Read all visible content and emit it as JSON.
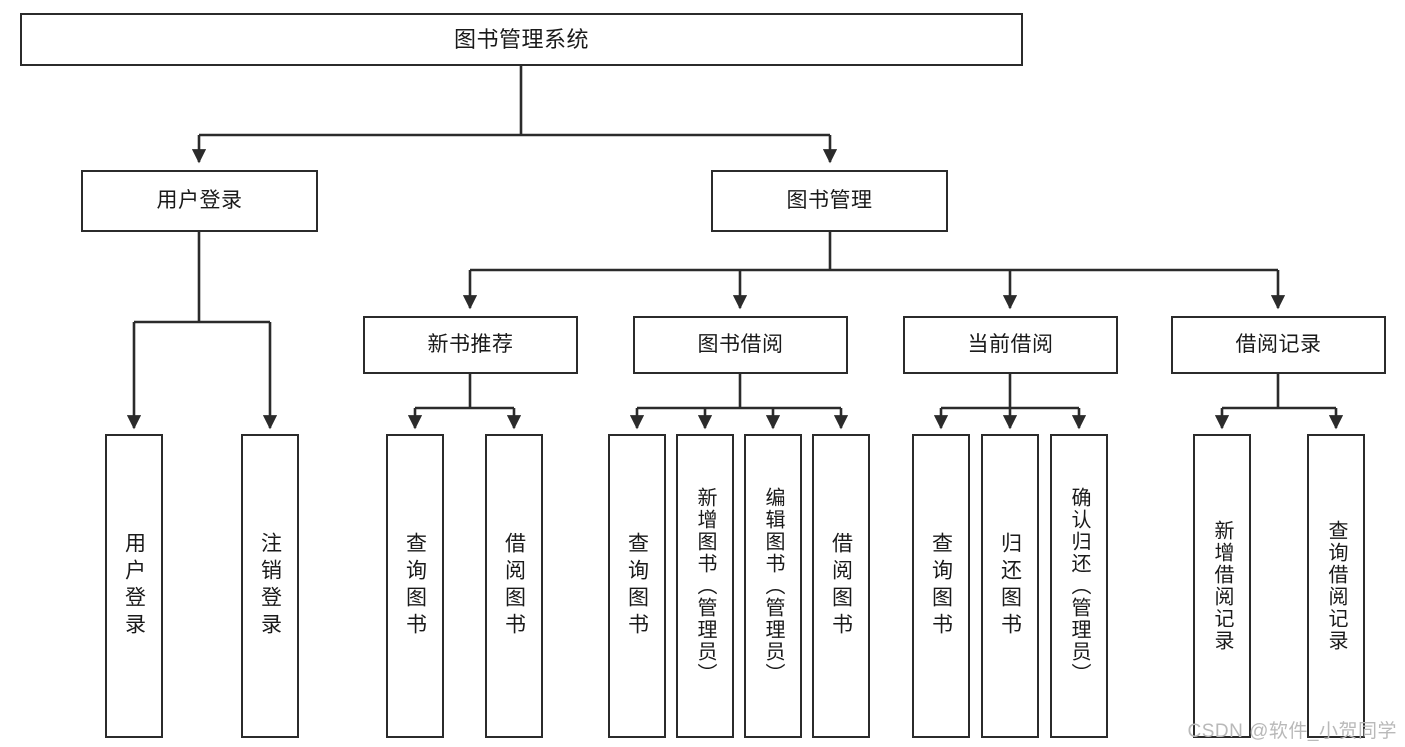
{
  "diagram": {
    "title": "图书管理系统",
    "watermark": "CSDN @软件_小贺同学",
    "colors": {
      "stroke": "#2b2b2b",
      "fill": "#ffffff",
      "text": "#1a1a1a",
      "watermark": "#b9b9b9"
    },
    "levels": {
      "root": {
        "label": "图书管理系统"
      },
      "level2": [
        {
          "label": "用户登录"
        },
        {
          "label": "图书管理"
        }
      ],
      "level3": [
        {
          "label": "新书推荐"
        },
        {
          "label": "图书借阅"
        },
        {
          "label": "当前借阅"
        },
        {
          "label": "借阅记录"
        }
      ],
      "leaves": {
        "user_login": [
          {
            "label": "用户登录"
          },
          {
            "label": "注销登录"
          }
        ],
        "new_book_recommend": [
          {
            "label": "查询图书"
          },
          {
            "label": "借阅图书"
          }
        ],
        "book_borrow": [
          {
            "label": "查询图书"
          },
          {
            "label": "新增图书（管理员）"
          },
          {
            "label": "编辑图书（管理员）"
          },
          {
            "label": "借阅图书"
          }
        ],
        "current_borrow": [
          {
            "label": "查询图书"
          },
          {
            "label": "归还图书"
          },
          {
            "label": "确认归还（管理员）"
          }
        ],
        "borrow_record": [
          {
            "label": "新增借阅记录"
          },
          {
            "label": "查询借阅记录"
          }
        ]
      }
    }
  }
}
